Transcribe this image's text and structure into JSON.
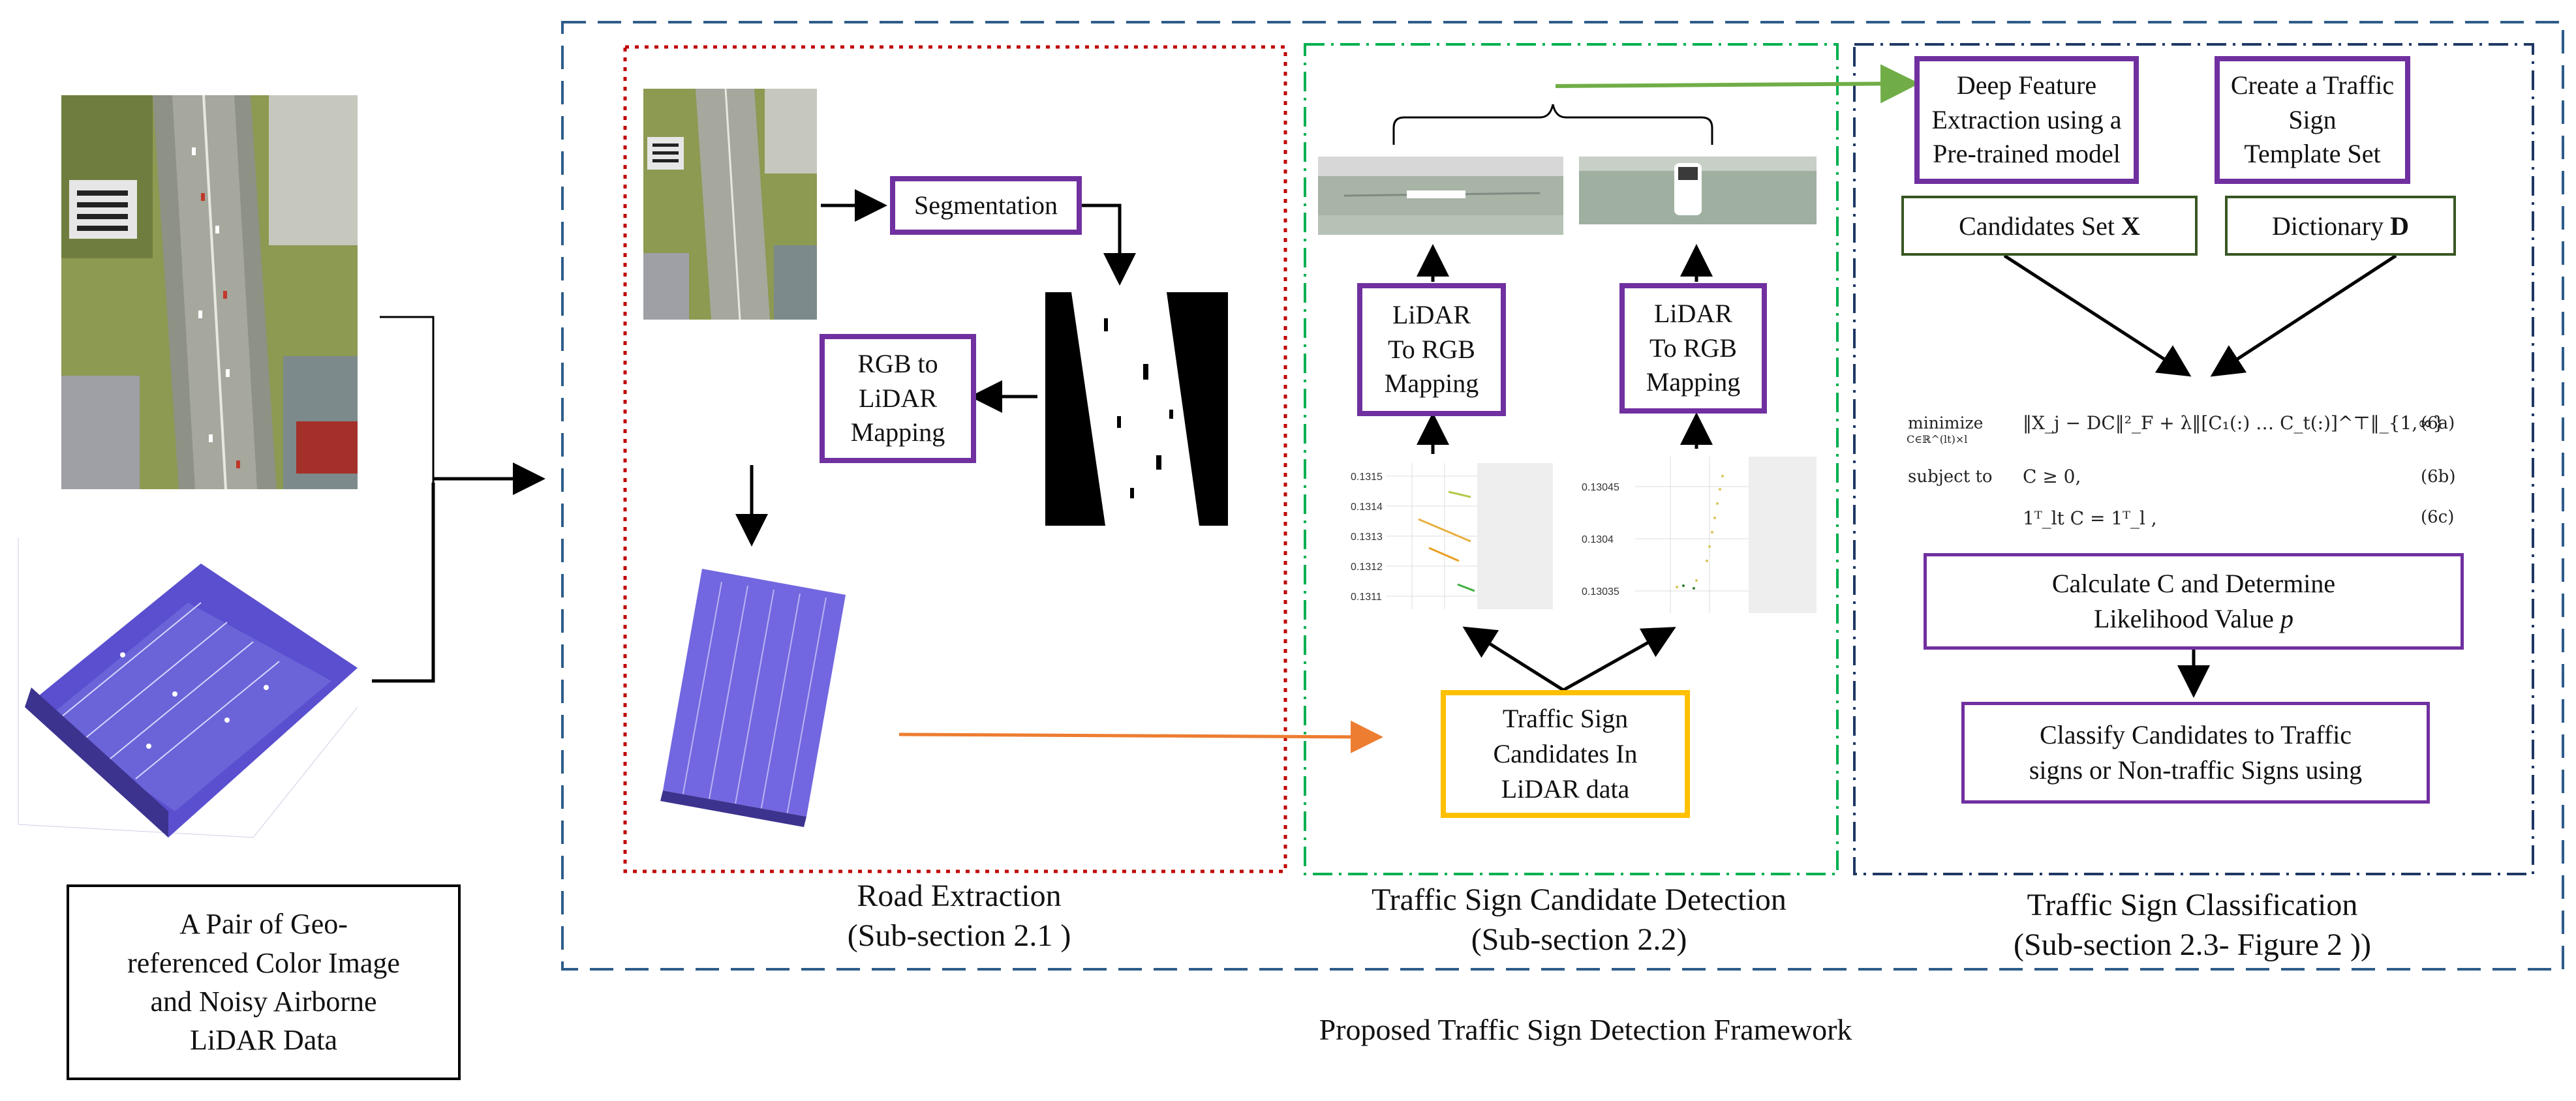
{
  "input": {
    "caption": [
      "A Pair of Geo-",
      "referenced Color Image",
      "and Noisy Airborne",
      "LiDAR Data"
    ]
  },
  "road_extraction": {
    "segmentation": "Segmentation",
    "rgb_to_lidar": [
      "RGB to",
      "LiDAR",
      "Mapping"
    ],
    "caption": [
      "Road Extraction",
      "(Sub-section 2.1 )"
    ]
  },
  "candidate_detection": {
    "lidar_to_rgb_left": [
      "LiDAR",
      "To RGB",
      "Mapping"
    ],
    "lidar_to_rgb_right": [
      "LiDAR",
      "To RGB",
      "Mapping"
    ],
    "candidates": [
      "Traffic Sign",
      "Candidates In",
      "LiDAR data"
    ],
    "plot_left_ticks": [
      "0.1315",
      "0.1314",
      "0.1313",
      "0.1312",
      "0.1311"
    ],
    "plot_right_ticks": [
      "0.13045",
      "0.1304",
      "0.13035"
    ],
    "caption": [
      "Traffic Sign Candidate Detection",
      "(Sub-section 2.2)"
    ]
  },
  "classification": {
    "deep_feature": [
      "Deep Feature",
      "Extraction using a",
      "Pre-trained model"
    ],
    "template_set": [
      "Create a Traffic",
      "Sign",
      "Template Set"
    ],
    "candidates_set_prefix": "Candidates Set ",
    "candidates_set_symbol": "X",
    "dictionary_prefix": "Dictionary ",
    "dictionary_symbol": "D",
    "equations": {
      "row_a_op": "minimize",
      "row_a_sub": "C∈ℝ^(lt)×l",
      "row_a_expr": "‖X_j − DC‖²_F + λ‖[C₁(:) … C_t(:)]^⊤‖_{1,∞}",
      "row_a_tag": "(6a)",
      "row_b_op": "subject to",
      "row_b_expr": "C ≥ 0,",
      "row_b_tag": "(6b)",
      "row_c_expr": "1ᵀ_lt C = 1ᵀ_l ,",
      "row_c_tag": "(6c)"
    },
    "calculate": [
      "Calculate C and Determine",
      "Likelihood Value "
    ],
    "calculate_symbol": "p",
    "classify": [
      "Classify Candidates to Traffic",
      "signs or Non-traffic Signs using"
    ],
    "caption": [
      "Traffic Sign Classification",
      "(Sub-section 2.3- Figure 2 ))"
    ]
  },
  "framework_title": "Proposed Traffic Sign Detection Framework",
  "colors": {
    "outer_frame": "#2e5c8a",
    "road_frame": "#c00000",
    "detection_frame": "#00b050",
    "classification_frame": "#1f3864",
    "box_purple": "#7030a0",
    "box_yellow": "#ffc000",
    "box_green": "#385723",
    "arrow_orange": "#ed7d31",
    "arrow_green": "#70ad47",
    "lidar_blue": "#5a4fcf"
  }
}
